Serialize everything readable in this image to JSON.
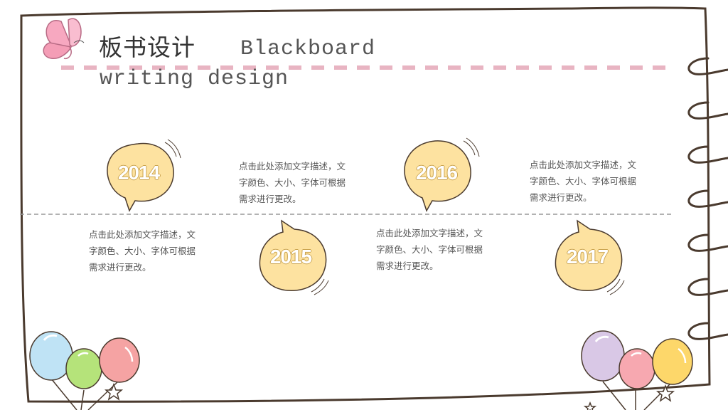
{
  "slide": {
    "title_cn": "板书设计",
    "title_en": "Blackboard writing design"
  },
  "timeline": [
    {
      "year": "2014",
      "desc": "点击此处添加文字描述，文字颜色、大小、字体可根据需求进行更改。"
    },
    {
      "year": "2015",
      "desc": "点击此处添加文字描述，文字颜色、大小、字体可根据需求进行更改。"
    },
    {
      "year": "2016",
      "desc": "点击此处添加文字描述，文字颜色、大小、字体可根据需求进行更改。"
    },
    {
      "year": "2017",
      "desc": "点击此处添加文字描述，文字颜色、大小、字体可根据需求进行更改。"
    }
  ],
  "colors": {
    "bubble_fill": "#fde2a0",
    "frame_stroke": "#4a3a2e",
    "dash_pink": "#e8b4c2",
    "balloon_blue": "#bfe3f5",
    "balloon_green": "#b5e37a",
    "balloon_red": "#f5a3a3",
    "balloon_purple": "#d9c8e6",
    "balloon_pink": "#f7a8b0",
    "balloon_yellow": "#fdd76a",
    "butterfly": "#f7a8c0"
  }
}
